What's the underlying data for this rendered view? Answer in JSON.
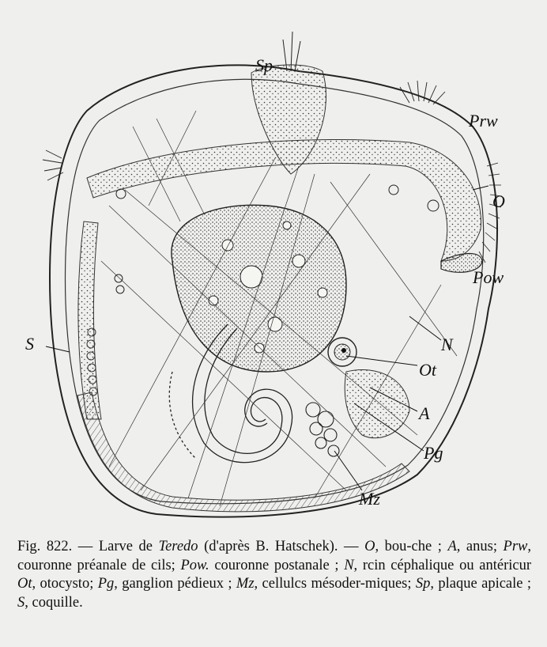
{
  "figure": {
    "labels": {
      "sp": "Sp",
      "prw": "Prw",
      "o": "O",
      "pow": "Pow",
      "n": "N",
      "ot": "Ot",
      "a": "A",
      "pg": "Pg",
      "mz": "Mz",
      "s": "S"
    }
  },
  "caption": {
    "fig_number": "Fig. 822.",
    "title_a": " — Larve de ",
    "genus": "Teredo",
    "title_b": " (d'après B. Hatschek). — ",
    "k_o": "O",
    "d_o": ", bou-che ; ",
    "k_a": "A",
    "d_a": ", anus; ",
    "k_prw": "Prw",
    "d_prw": ", couronne préanale de cils; ",
    "k_pow": "Pow.",
    "d_pow": " couronne postanale ; ",
    "k_n": "N",
    "d_n": ", rcin céphalique ou antéricur ",
    "k_ot": "Ot",
    "d_ot": ", otocysto; ",
    "k_pg": "Pg",
    "d_pg": ", ganglion pédieux ; ",
    "k_mz": "Mz",
    "d_mz": ", cellulcs mésoder-miques; ",
    "k_sp": "Sp",
    "d_sp": ", plaque apicale ; ",
    "k_s": "S",
    "d_s": ", coquille."
  }
}
